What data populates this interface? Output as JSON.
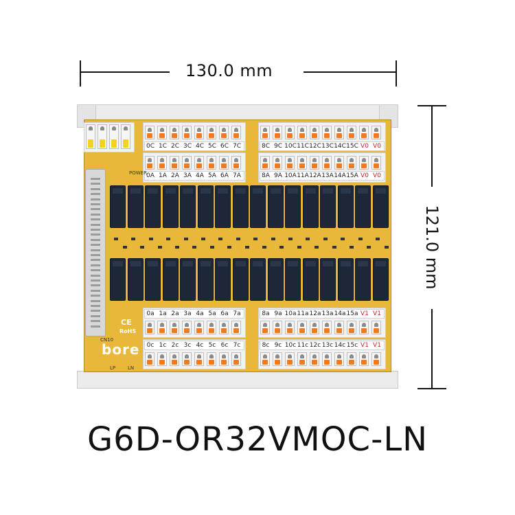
{
  "dimensions": {
    "width_label": "130.0 mm",
    "height_label": "121.0 mm"
  },
  "product": {
    "model": "G6D-OR32VMOC-LN",
    "brand": "bore",
    "marks": {
      "ce": "CE",
      "rohs": "RoHS",
      "connector": "CN10",
      "power": "POWER",
      "lp": "LP",
      "ln": "LN"
    }
  },
  "terminals": {
    "top_left_common": [
      "0C",
      "1C",
      "2C",
      "3C",
      "4C",
      "5C",
      "6C",
      "7C"
    ],
    "top_left_a": [
      "0A",
      "1A",
      "2A",
      "3A",
      "4A",
      "5A",
      "6A",
      "7A"
    ],
    "top_right_common": [
      "8C",
      "9C",
      "10C",
      "11C",
      "12C",
      "13C",
      "14C",
      "15C",
      "V0",
      "V0"
    ],
    "top_right_a": [
      "8A",
      "9A",
      "10A",
      "11A",
      "12A",
      "13A",
      "14A",
      "15A",
      "V0",
      "V0"
    ],
    "bottom_left_a": [
      "0a",
      "1a",
      "2a",
      "3a",
      "4a",
      "5a",
      "6a",
      "7a"
    ],
    "bottom_left_c": [
      "0c",
      "1c",
      "2c",
      "3c",
      "4c",
      "5c",
      "6c",
      "7c"
    ],
    "bottom_right_a": [
      "8a",
      "9a",
      "10a",
      "11a",
      "12a",
      "13a",
      "14a",
      "15a",
      "V1",
      "V1"
    ],
    "bottom_right_c": [
      "8c",
      "9c",
      "10c",
      "11c",
      "12c",
      "13c",
      "14c",
      "15c",
      "V1",
      "V1"
    ]
  },
  "colors": {
    "pcb": "#e9b73a",
    "relay": "#1d2738",
    "lever": "#f07a22",
    "voltage_label": "#cc2222"
  }
}
